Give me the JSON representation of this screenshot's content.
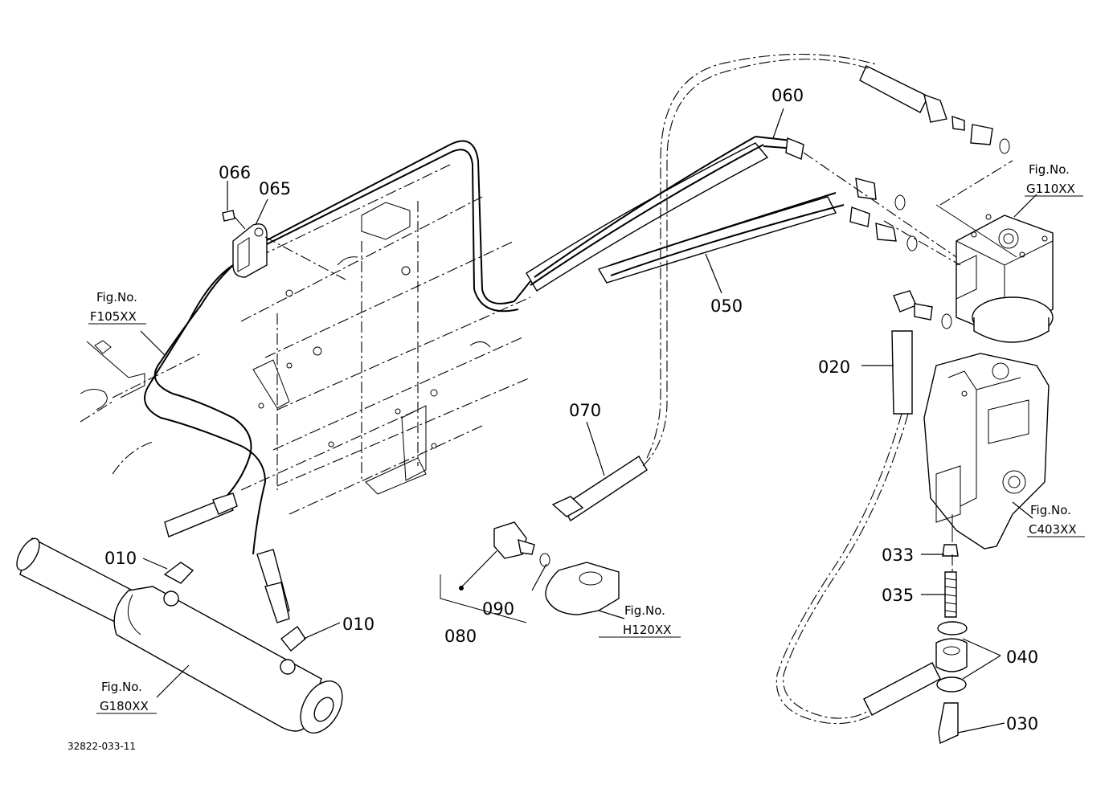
{
  "diagram": {
    "drawing_code": "32822-033-11",
    "part_labels": [
      {
        "id": "p066",
        "text": "066"
      },
      {
        "id": "p065",
        "text": "065"
      },
      {
        "id": "p060",
        "text": "060"
      },
      {
        "id": "p050",
        "text": "050"
      },
      {
        "id": "p020",
        "text": "020"
      },
      {
        "id": "p070",
        "text": "070"
      },
      {
        "id": "p010a",
        "text": "010"
      },
      {
        "id": "p010b",
        "text": "010"
      },
      {
        "id": "p090",
        "text": "090"
      },
      {
        "id": "p080",
        "text": "080"
      },
      {
        "id": "p033",
        "text": "033"
      },
      {
        "id": "p035",
        "text": "035"
      },
      {
        "id": "p040",
        "text": "040"
      },
      {
        "id": "p030",
        "text": "030"
      }
    ],
    "figure_refs": [
      {
        "id": "f105",
        "prefix": "Fig.No.",
        "code": "F105XX"
      },
      {
        "id": "g110",
        "prefix": "Fig.No.",
        "code": "G110XX"
      },
      {
        "id": "c403",
        "prefix": "Fig.No.",
        "code": "C403XX"
      },
      {
        "id": "h120",
        "prefix": "Fig.No.",
        "code": "H120XX"
      },
      {
        "id": "g180",
        "prefix": "Fig.No.",
        "code": "G180XX"
      }
    ]
  }
}
